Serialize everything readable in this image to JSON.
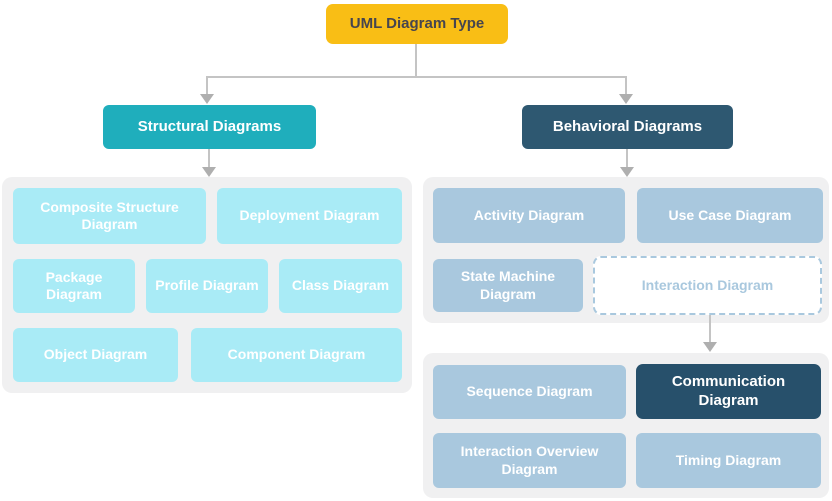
{
  "diagram_title": "UML Diagram Type",
  "tree": {
    "root": {
      "label": "UML Diagram Type"
    },
    "structural": {
      "label": "Structural Diagrams",
      "children": [
        {
          "label": "Composite Structure Diagram"
        },
        {
          "label": "Deployment Diagram"
        },
        {
          "label": "Package Diagram"
        },
        {
          "label": "Profile Diagram"
        },
        {
          "label": "Class Diagram"
        },
        {
          "label": "Object Diagram"
        },
        {
          "label": "Component Diagram"
        }
      ]
    },
    "behavioral": {
      "label": "Behavioral Diagrams",
      "children": [
        {
          "label": "Activity Diagram"
        },
        {
          "label": "Use Case Diagram"
        },
        {
          "label": "State Machine Diagram"
        },
        {
          "label": "Interaction Diagram",
          "style": "dashed-outline"
        }
      ],
      "interaction_children": [
        {
          "label": "Sequence Diagram"
        },
        {
          "label": "Communication Diagram",
          "style": "highlighted"
        },
        {
          "label": "Interaction Overview Diagram"
        },
        {
          "label": "Timing Diagram"
        }
      ]
    }
  },
  "colors": {
    "root_fill": "#F9BE15",
    "root_text": "#46454F",
    "structural_fill": "#1FAEBC",
    "behavioral_fill": "#2E5871",
    "structural_child_fill": "#A9EBF6",
    "behavioral_child_fill": "#A9C8DE",
    "highlight_fill": "#27506B",
    "dashed_border": "#A9C8DE",
    "group_background": "#F0F0F1",
    "connector": "#C4C4C4",
    "text_on_fill": "#FFFFFF"
  }
}
